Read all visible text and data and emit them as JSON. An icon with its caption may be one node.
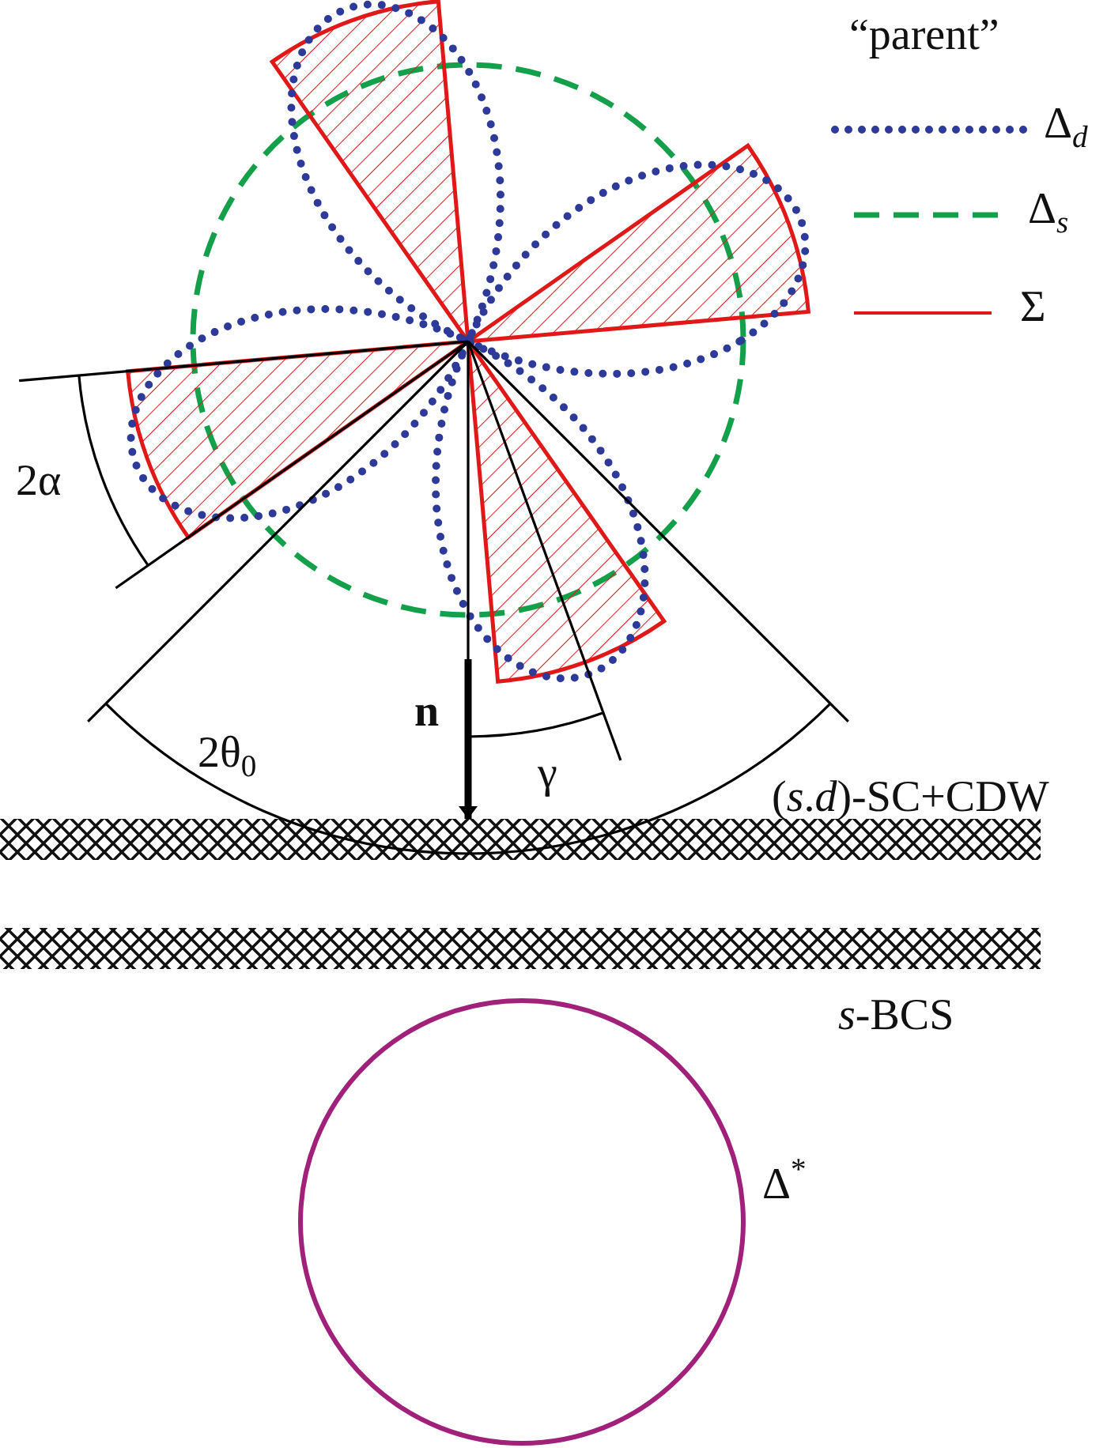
{
  "diagram": {
    "labels": [
      "“parent”",
      "2α",
      "n",
      "2θ$_{0}$",
      "γ",
      "(*s*.*d*)-SC+CDW",
      "*s*-BCS",
      "Δ$^{*}$"
    ],
    "legend": [
      {
        "text": "Δ$_{d}$"
      },
      {
        "text": "Δ$_{s}$"
      },
      {
        "text": "Σ"
      }
    ]
  }
}
